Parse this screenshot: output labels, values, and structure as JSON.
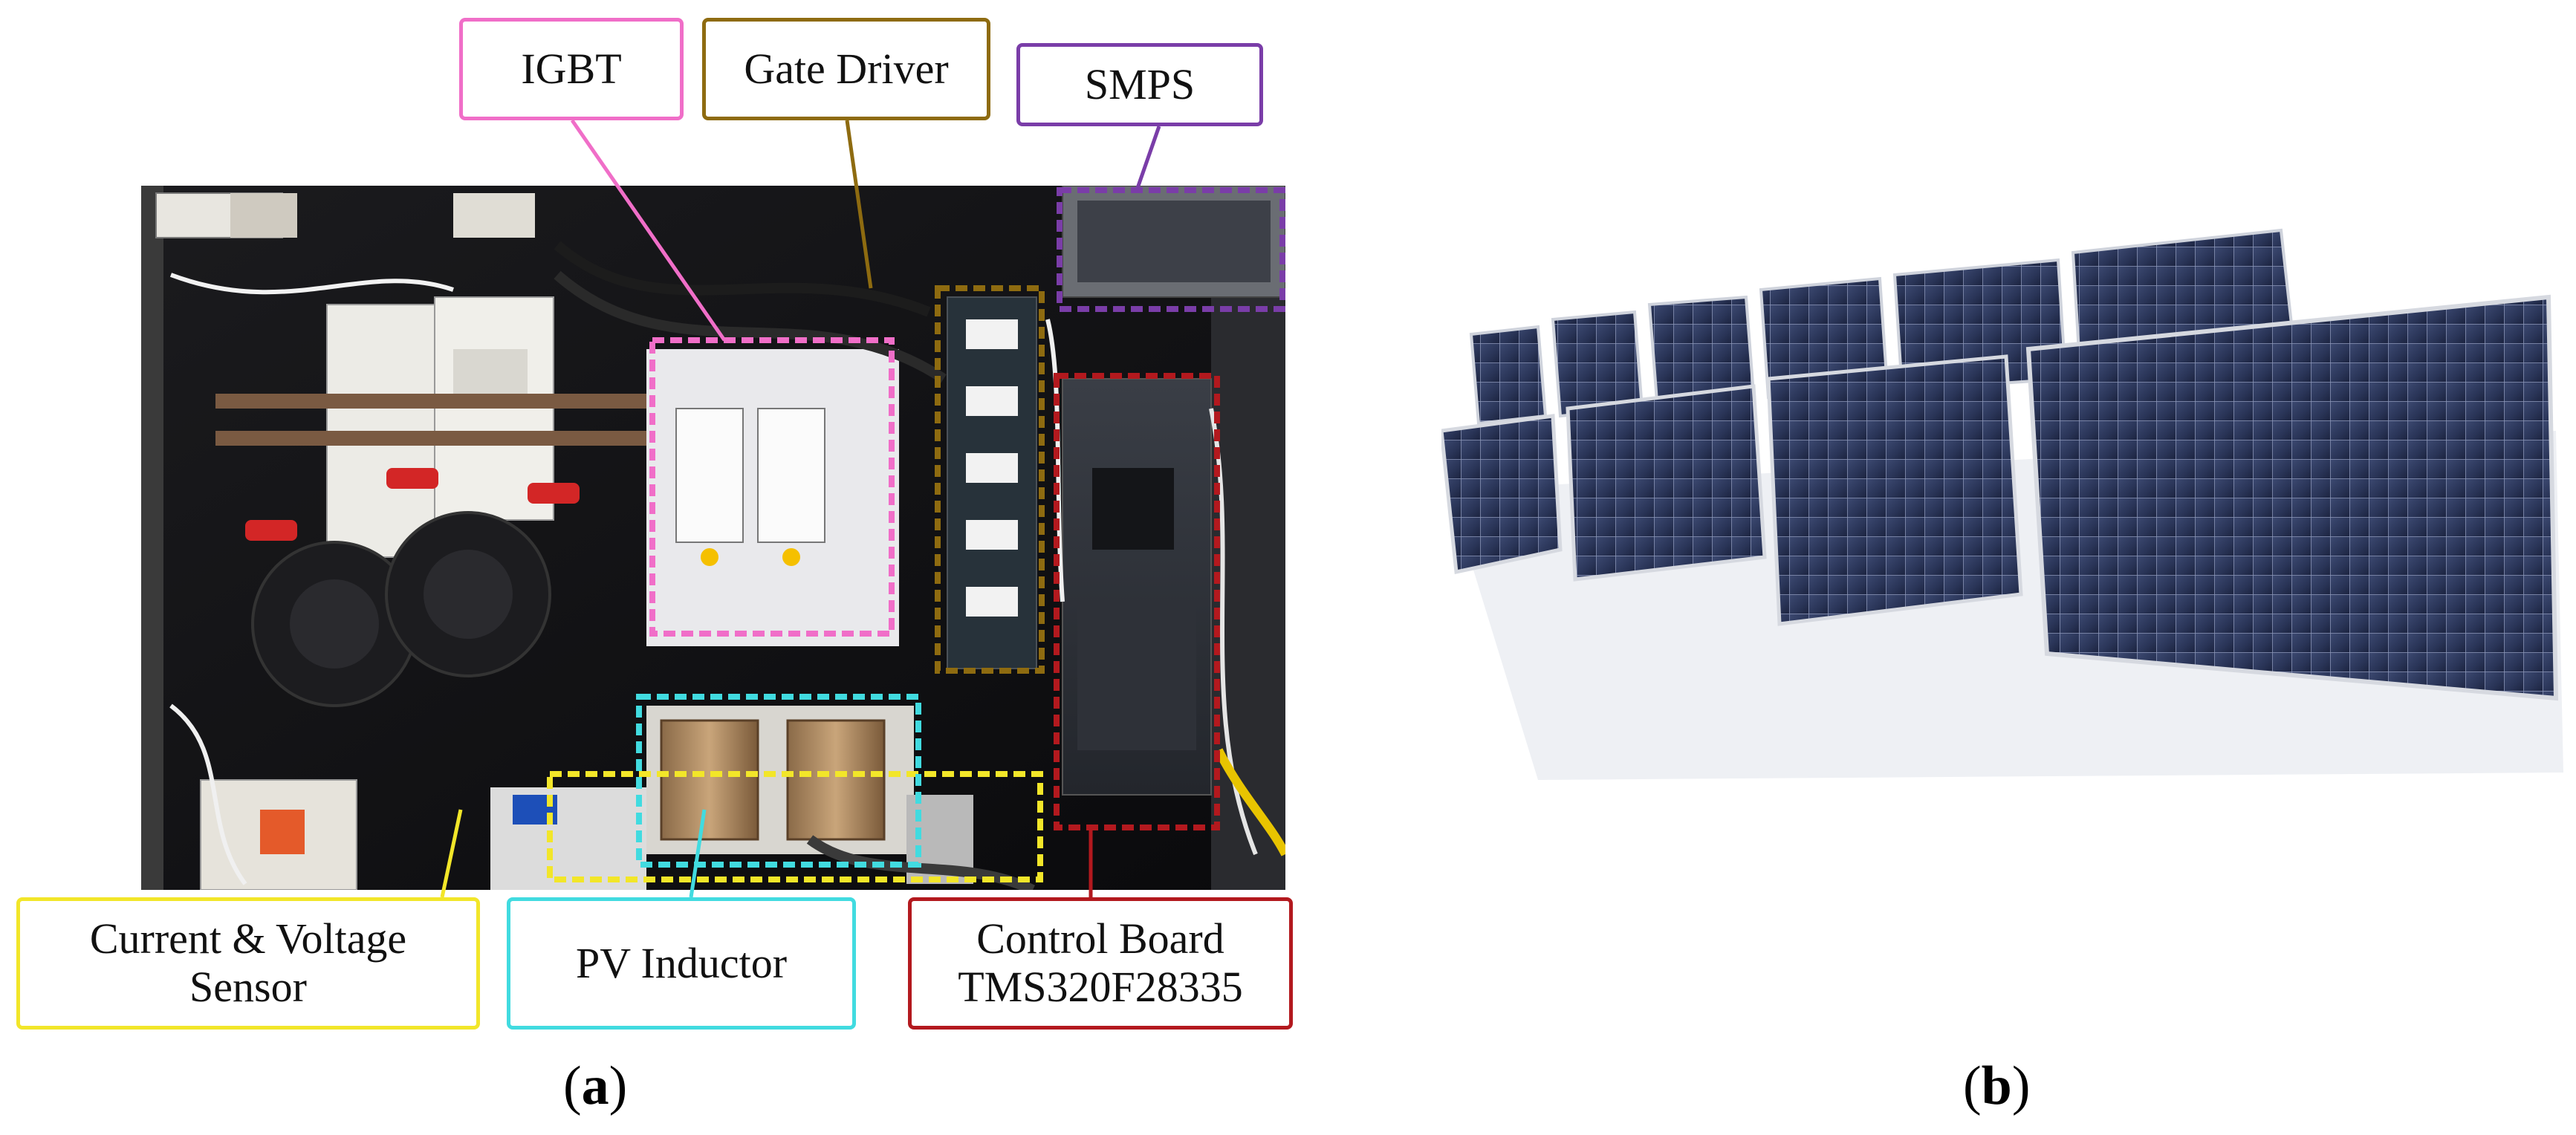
{
  "figure": {
    "panel_a": {
      "label_open": "(",
      "label_letter": "a",
      "label_close": ")",
      "callouts": {
        "igbt": "IGBT",
        "gate_driver": "Gate Driver",
        "smps": "SMPS",
        "sensor_line1": "Current & Voltage",
        "sensor_line2": "Sensor",
        "pv_inductor": "PV Inductor",
        "control_line1": "Control Board",
        "control_line2": "TMS320F28335"
      },
      "colors": {
        "igbt": "#f06ec8",
        "gate_driver": "#8e6b10",
        "smps": "#7a3da8",
        "sensor": "#f2e629",
        "pv_inductor": "#41dbe0",
        "control_board": "#b3191e"
      }
    },
    "panel_b": {
      "label_open": "(",
      "label_letter": "b",
      "label_close": ")"
    }
  }
}
